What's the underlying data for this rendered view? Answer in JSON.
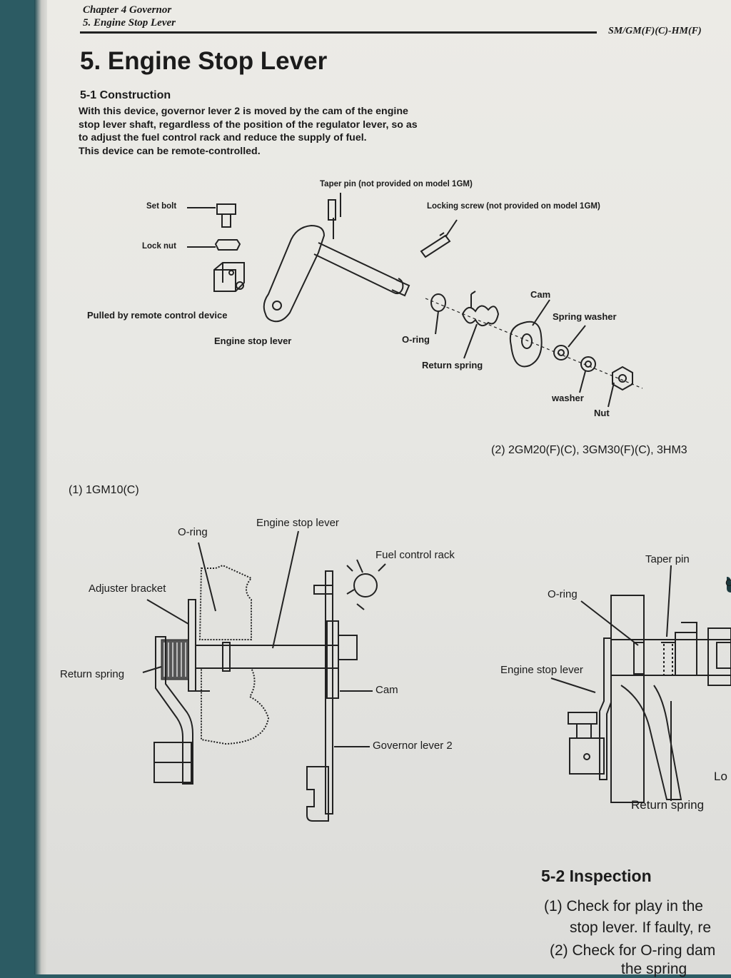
{
  "header": {
    "chapter": "Chapter 4 Governor",
    "section": "5. Engine Stop Lever",
    "models": "SM/GM(F)(C)-HM(F)"
  },
  "title": "5. Engine Stop Lever",
  "construction": {
    "heading": "5-1 Construction",
    "paragraph1": "With this device, governor lever 2 is moved by the cam of the engine stop lever shaft, regardless of the position of the regulator lever, so as to adjust the fuel control rack and reduce the supply of fuel.",
    "paragraph2": "This device can be remote-controlled."
  },
  "diagram1": {
    "taper_pin": "Taper pin (not provided on model 1GM)",
    "locking_screw": "Locking screw (not provided on model 1GM)",
    "set_bolt": "Set bolt",
    "lock_nut": "Lock nut",
    "pulled_by": "Pulled by remote control device",
    "engine_stop_lever": "Engine stop lever",
    "o_ring": "O-ring",
    "return_spring": "Return spring",
    "cam": "Cam",
    "spring_washer": "Spring washer",
    "washer": "washer",
    "nut": "Nut"
  },
  "captions": {
    "left": "(1) 1GM10(C)",
    "right": "(2) 2GM20(F)(C), 3GM30(F)(C), 3HM3"
  },
  "diagram2": {
    "o_ring": "O-ring",
    "engine_stop_lever": "Engine stop lever",
    "fuel_control_rack": "Fuel control rack",
    "adjuster_bracket": "Adjuster bracket",
    "return_spring": "Return spring",
    "cam": "Cam",
    "governor_lever_2": "Governor lever 2"
  },
  "diagram3": {
    "taper_pin": "Taper pin",
    "o_ring": "O-ring",
    "engine_stop_lever": "Engine stop lever",
    "return_spring": "Return spring",
    "lo": "Lo",
    "edge_c": "C"
  },
  "inspection": {
    "heading": "5-2 Inspection",
    "line1": "(1) Check for play in the",
    "line2": "stop lever. If faulty, re",
    "line3": "(2) Check for O-ring dam",
    "line4": "the spring"
  }
}
